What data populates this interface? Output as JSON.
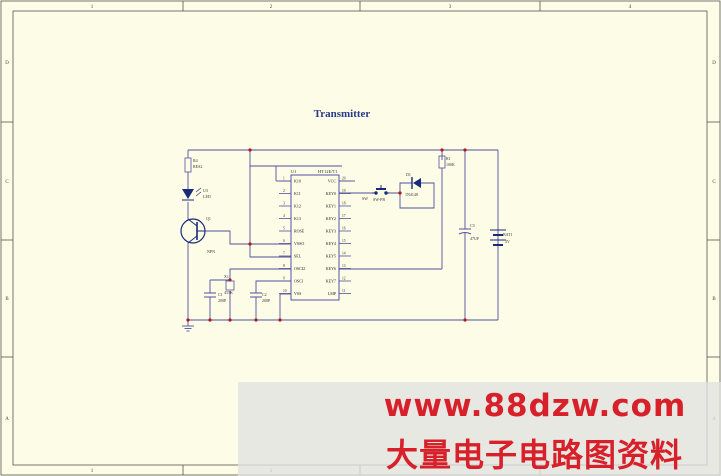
{
  "title": "Transmitter",
  "frame": {
    "col_labels": [
      "1",
      "2",
      "3",
      "4"
    ],
    "row_labels": [
      "D",
      "C",
      "B",
      "A"
    ]
  },
  "ic": {
    "designator": "U1",
    "part": "HT12E/T1",
    "left_pins": [
      {
        "num": "1",
        "name": "K10"
      },
      {
        "num": "2",
        "name": "K11"
      },
      {
        "num": "3",
        "name": "K12"
      },
      {
        "num": "4",
        "name": "K13"
      },
      {
        "num": "5",
        "name": "ROSE"
      },
      {
        "num": "6",
        "name": "VSSO"
      },
      {
        "num": "7",
        "name": "SEL"
      },
      {
        "num": "8",
        "name": "OSCI2"
      },
      {
        "num": "9",
        "name": "OSCI"
      },
      {
        "num": "10",
        "name": "VSS"
      }
    ],
    "right_pins": [
      {
        "num": "20",
        "name": "VCC"
      },
      {
        "num": "19",
        "name": "KEY0"
      },
      {
        "num": "18",
        "name": "KEY1"
      },
      {
        "num": "17",
        "name": "KEY2"
      },
      {
        "num": "16",
        "name": "KEY3"
      },
      {
        "num": "15",
        "name": "KEY4"
      },
      {
        "num": "14",
        "name": "KEY5"
      },
      {
        "num": "13",
        "name": "KEY6"
      },
      {
        "num": "12",
        "name": "KEY7"
      },
      {
        "num": "11",
        "name": "LMP"
      }
    ]
  },
  "components": {
    "r4": {
      "ref": "R4",
      "value": "RES2"
    },
    "led": {
      "ref": "U3",
      "value": "LED"
    },
    "q": {
      "ref": "Q1",
      "value": "NPN"
    },
    "xtal": {
      "ref": "X1",
      "value": "455K"
    },
    "c1": {
      "ref": "C1",
      "value": "200P"
    },
    "c2": {
      "ref": "C2",
      "value": "200P"
    },
    "sw": {
      "ref": "SW",
      "value": "SW-PB"
    },
    "d1": {
      "ref": "D1",
      "value": "1N4148"
    },
    "r1": {
      "ref": "R1",
      "value": "100K"
    },
    "c3": {
      "ref": "C3",
      "value": "47UF"
    },
    "bat": {
      "ref": "BAT1",
      "value": "3V"
    }
  },
  "watermark": {
    "url": "www.88dzw.com",
    "text": "大量电子电路图资料"
  }
}
